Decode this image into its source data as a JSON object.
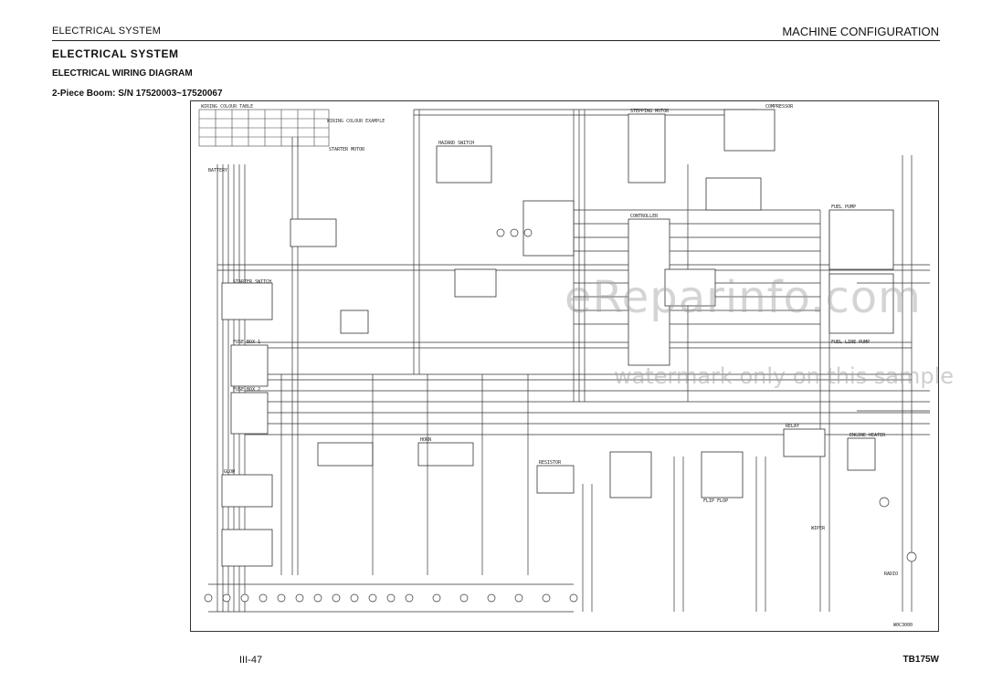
{
  "header": {
    "left": "ELECTRICAL SYSTEM",
    "right": "MACHINE CONFIGURATION"
  },
  "section_title": "ELECTRICAL SYSTEM",
  "subsection_title": "ELECTRICAL WIRING DIAGRAM",
  "serial_line": "2-Piece Boom: S/N 17520003~17520067",
  "diagram": {
    "table_title": "WIRING COLOUR TABLE",
    "example_title": "WIRING COLOUR EXAMPLE",
    "code_example": "W0C3000",
    "labels": {
      "starter_motor": "STARTER MOTOR",
      "battery": "BATTERY",
      "starter_switch": "STARTER SWITCH",
      "fuse_box_1": "FUSE BOX 1",
      "fuse_box_2": "FUSE BOX 2",
      "hazard_switch": "HAZARD SWITCH",
      "stepping_motor": "STEPPING MOTOR",
      "compressor": "COMPRESSOR",
      "fuel_pump": "FUEL PUMP",
      "fuel_line_pump": "FUEL LINE PUMP",
      "engine_heater": "ENGINE HEATER",
      "controller": "CONTROLLER",
      "flip_flop": "FLIP FLOP",
      "relay": "RELAY",
      "wiper": "WIPER",
      "radio": "RADIO",
      "resistor": "RESISTOR",
      "glow": "GLOW",
      "horn": "HORN"
    }
  },
  "watermark": {
    "main": "eReparinfo.com",
    "sub": "watermark only on this sample"
  },
  "footer": {
    "page": "III-47",
    "model": "TB175W"
  }
}
